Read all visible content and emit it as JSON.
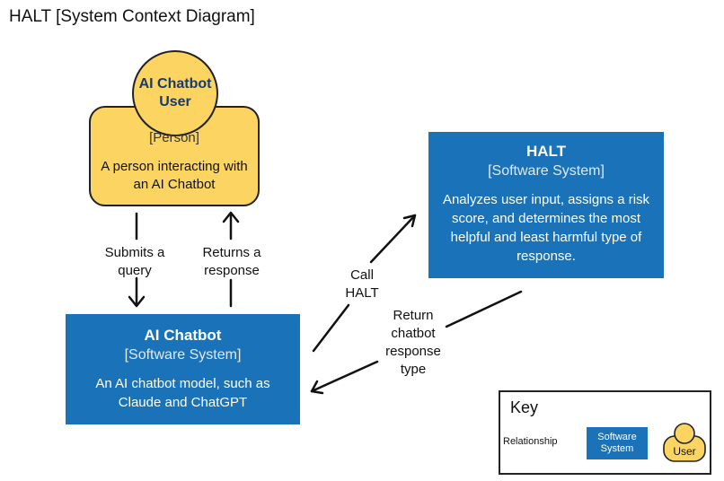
{
  "title": "HALT [System Context Diagram]",
  "person": {
    "name": "AI Chatbot User",
    "type": "[Person]",
    "description": "A person interacting with an AI Chatbot"
  },
  "halt": {
    "name": "HALT",
    "type": "[Software System]",
    "description": "Analyzes user input, assigns a risk score, and determines the most helpful and least harmful type of response."
  },
  "chatbot": {
    "name": "AI Chatbot",
    "type": "[Software System]",
    "description": "An AI chatbot model, such as Claude and ChatGPT"
  },
  "relationships": {
    "submits": "Submits a query",
    "returns": "Returns a response",
    "call": "Call HALT",
    "return_type": "Return chatbot response type"
  },
  "key": {
    "title": "Key",
    "relationship": "Relationship",
    "system": "Software System",
    "user": "User"
  },
  "colors": {
    "person": "#fcd462",
    "system": "#1a73b8",
    "person_name_text": "#163a73"
  }
}
